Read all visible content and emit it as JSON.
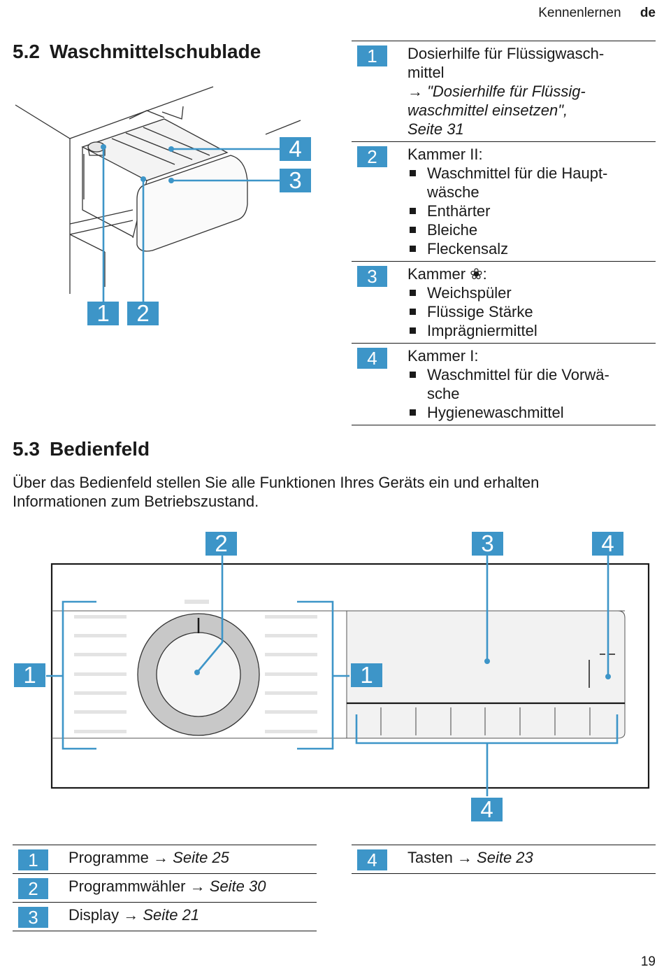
{
  "header": {
    "section": "Kennenlernen",
    "lang": "de"
  },
  "s52": {
    "num": "5.2",
    "title": "Waschmittelschublade",
    "items": [
      {
        "badge": "1",
        "text": "Dosierhilfe für Flüssigwasch-",
        "text2": "mittel",
        "ref1": "→ \"Dosierhilfe für Flüssig-",
        "ref2": "waschmittel einsetzen\",",
        "ref3": "Seite 31"
      },
      {
        "badge": "2",
        "text": "Kammer II:",
        "bullets": [
          "Waschmittel für die Haupt-",
          "wäsche",
          "Enthärter",
          "Bleiche",
          "Fleckensalz"
        ]
      },
      {
        "badge": "3",
        "text": "Kammer ❀:",
        "bullets": [
          "Weichspüler",
          "Flüssige Stärke",
          "Imprägniermittel"
        ]
      },
      {
        "badge": "4",
        "text": "Kammer I:",
        "bullets": [
          "Waschmittel für die Vorwä-",
          "sche",
          "Hygienewaschmittel"
        ]
      }
    ]
  },
  "drawer_labels": [
    "1",
    "2",
    "3",
    "4"
  ],
  "s53": {
    "num": "5.3",
    "title": "Bedienfeld",
    "intro1": "Über das Bedienfeld stellen Sie alle Funktionen Ihres Geräts ein und erhalten",
    "intro2": "Informationen zum Betriebszustand."
  },
  "panel_labels": [
    "1",
    "2",
    "3",
    "4"
  ],
  "legend": [
    {
      "badge": "1",
      "text": "Programme → ",
      "ref": "Seite 25"
    },
    {
      "badge": "2",
      "text": "Programmwähler → ",
      "ref": "Seite 30"
    },
    {
      "badge": "3",
      "text": "Display → ",
      "ref": "Seite 21"
    },
    {
      "badge": "4",
      "text": "Tasten → ",
      "ref": "Seite 23"
    }
  ],
  "page": "19"
}
